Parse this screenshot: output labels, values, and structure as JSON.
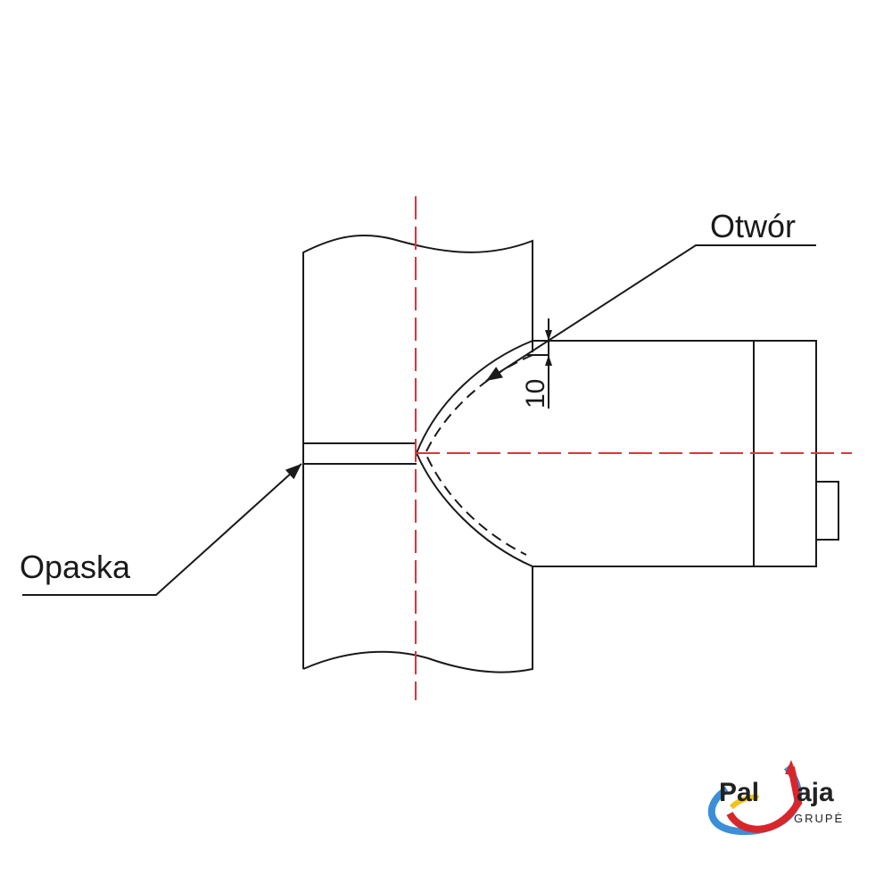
{
  "labels": {
    "hole": "Otwór",
    "band": "Opaska",
    "dimension": "10"
  },
  "logo": {
    "text_left": "Pal",
    "text_right": "aja",
    "subtext": "GRUPĖ"
  },
  "colors": {
    "line": "#1a1a1a",
    "centerline": "#d9383a",
    "logo_blue": "#3b8fd9",
    "logo_red": "#d8262b",
    "logo_yellow": "#f2c21b"
  }
}
